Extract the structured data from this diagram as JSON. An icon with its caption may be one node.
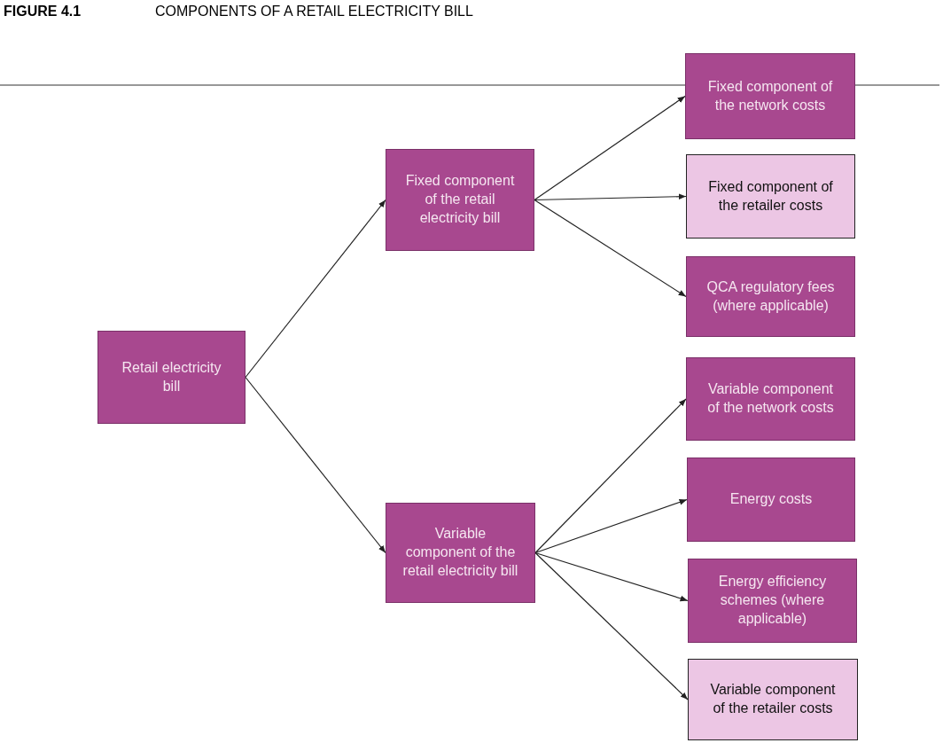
{
  "diagram": {
    "title": "COMPONENTS OF A RETAIL ELECTRICITY BILL",
    "nodes": [
      {
        "text": [
          "Retail electricity bill"
        ]
      },
      {
        "text": [
          "Fixed component of the retail electricity bill"
        ]
      },
      {
        "text": [
          "Variable component of the retail electricity bill"
        ]
      },
      {
        "text": [
          "Fixed component of the network costs"
        ]
      },
      {
        "text": [
          "Fixed component of the retailer costs"
        ]
      },
      {
        "text": [
          "QCA regulatory fees (where applicable)"
        ]
      },
      {
        "text": [
          "Variable component of the network costs"
        ]
      },
      {
        "text": [
          "Energy costs"
        ]
      },
      {
        "text": [
          "Energy efficiency schemes (where applicable)"
        ]
      },
      {
        "text": [
          "Variable component of the retailer costs"
        ]
      }
    ],
    "edges": [
      {
        "from": 0,
        "to": 1,
        "arrow": "to"
      },
      {
        "from": 0,
        "to": 2,
        "arrow": "to"
      },
      {
        "from": 1,
        "to": 3,
        "arrow": "to"
      },
      {
        "from": 1,
        "to": 4,
        "arrow": "to"
      },
      {
        "from": 1,
        "to": 5,
        "arrow": "to"
      },
      {
        "from": 2,
        "to": 6,
        "arrow": "to"
      },
      {
        "from": 2,
        "to": 7,
        "arrow": "to"
      },
      {
        "from": 2,
        "to": 8,
        "arrow": "to"
      },
      {
        "from": 2,
        "to": 9,
        "arrow": "to"
      }
    ],
    "labels": [
      "FIGURE 4.1"
    ]
  }
}
